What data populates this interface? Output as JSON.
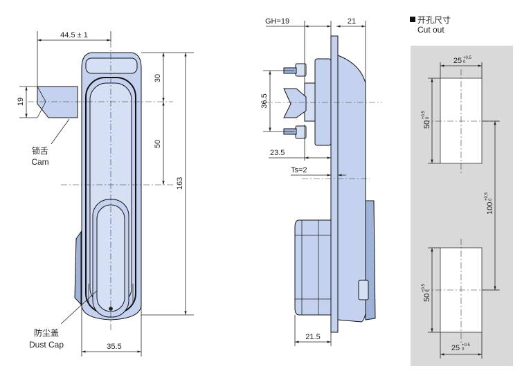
{
  "front_view": {
    "dim_width": "44.5 ± 1",
    "dim_cam_height": "19",
    "dim_top": "30",
    "dim_mid": "50",
    "dim_total": "163",
    "dim_bottom_width": "35.5",
    "label_cam_cn": "锁舌",
    "label_cam_en": "Cam",
    "label_dustcap_cn": "防尘盖",
    "label_dustcap_en": "Dust Cap"
  },
  "side_view": {
    "dim_gh": "GH=19",
    "dim_21_top": "21",
    "dim_36_5": "36.5",
    "dim_23_5": "23.5",
    "dim_ts": "Ts=2",
    "dim_21_5": "21.5"
  },
  "cutout": {
    "title_cn": "开孔尺寸",
    "title_en": "Cut out",
    "top_width": "25",
    "top_width_tol_upper": "+0.5",
    "top_width_tol_lower": "0",
    "top_height": "50",
    "top_height_tol_upper": "+0.5",
    "top_height_tol_lower": "0",
    "spacing": "100",
    "spacing_tol_upper": "+0.5",
    "spacing_tol_lower": "0",
    "bottom_height": "50",
    "bottom_height_tol_upper": "+0.5",
    "bottom_height_tol_lower": "0",
    "bottom_width": "25",
    "bottom_width_tol_upper": "+0.5",
    "bottom_width_tol_lower": "0"
  },
  "colors": {
    "part_fill": "#c4d2ef",
    "cutout_panel": "#d9d9d9"
  }
}
